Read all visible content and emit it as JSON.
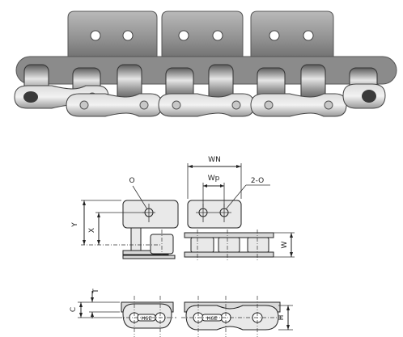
{
  "labels": {
    "hole": "O",
    "pitch_width": "WN",
    "hole_pitch": "Wp",
    "two_holes": "2-O",
    "height_y": "Y",
    "height_x": "X",
    "width_w": "W",
    "thickness_t": "T",
    "height_c": "C",
    "plate_h": "H",
    "plate_mark_1": "H6E",
    "plate_mark_2": "H6E"
  },
  "colors": {
    "steel_light": "#e2e2e2",
    "steel_mid": "#a9a9a9",
    "steel_dark": "#4a4a4a",
    "line": "#222222"
  }
}
